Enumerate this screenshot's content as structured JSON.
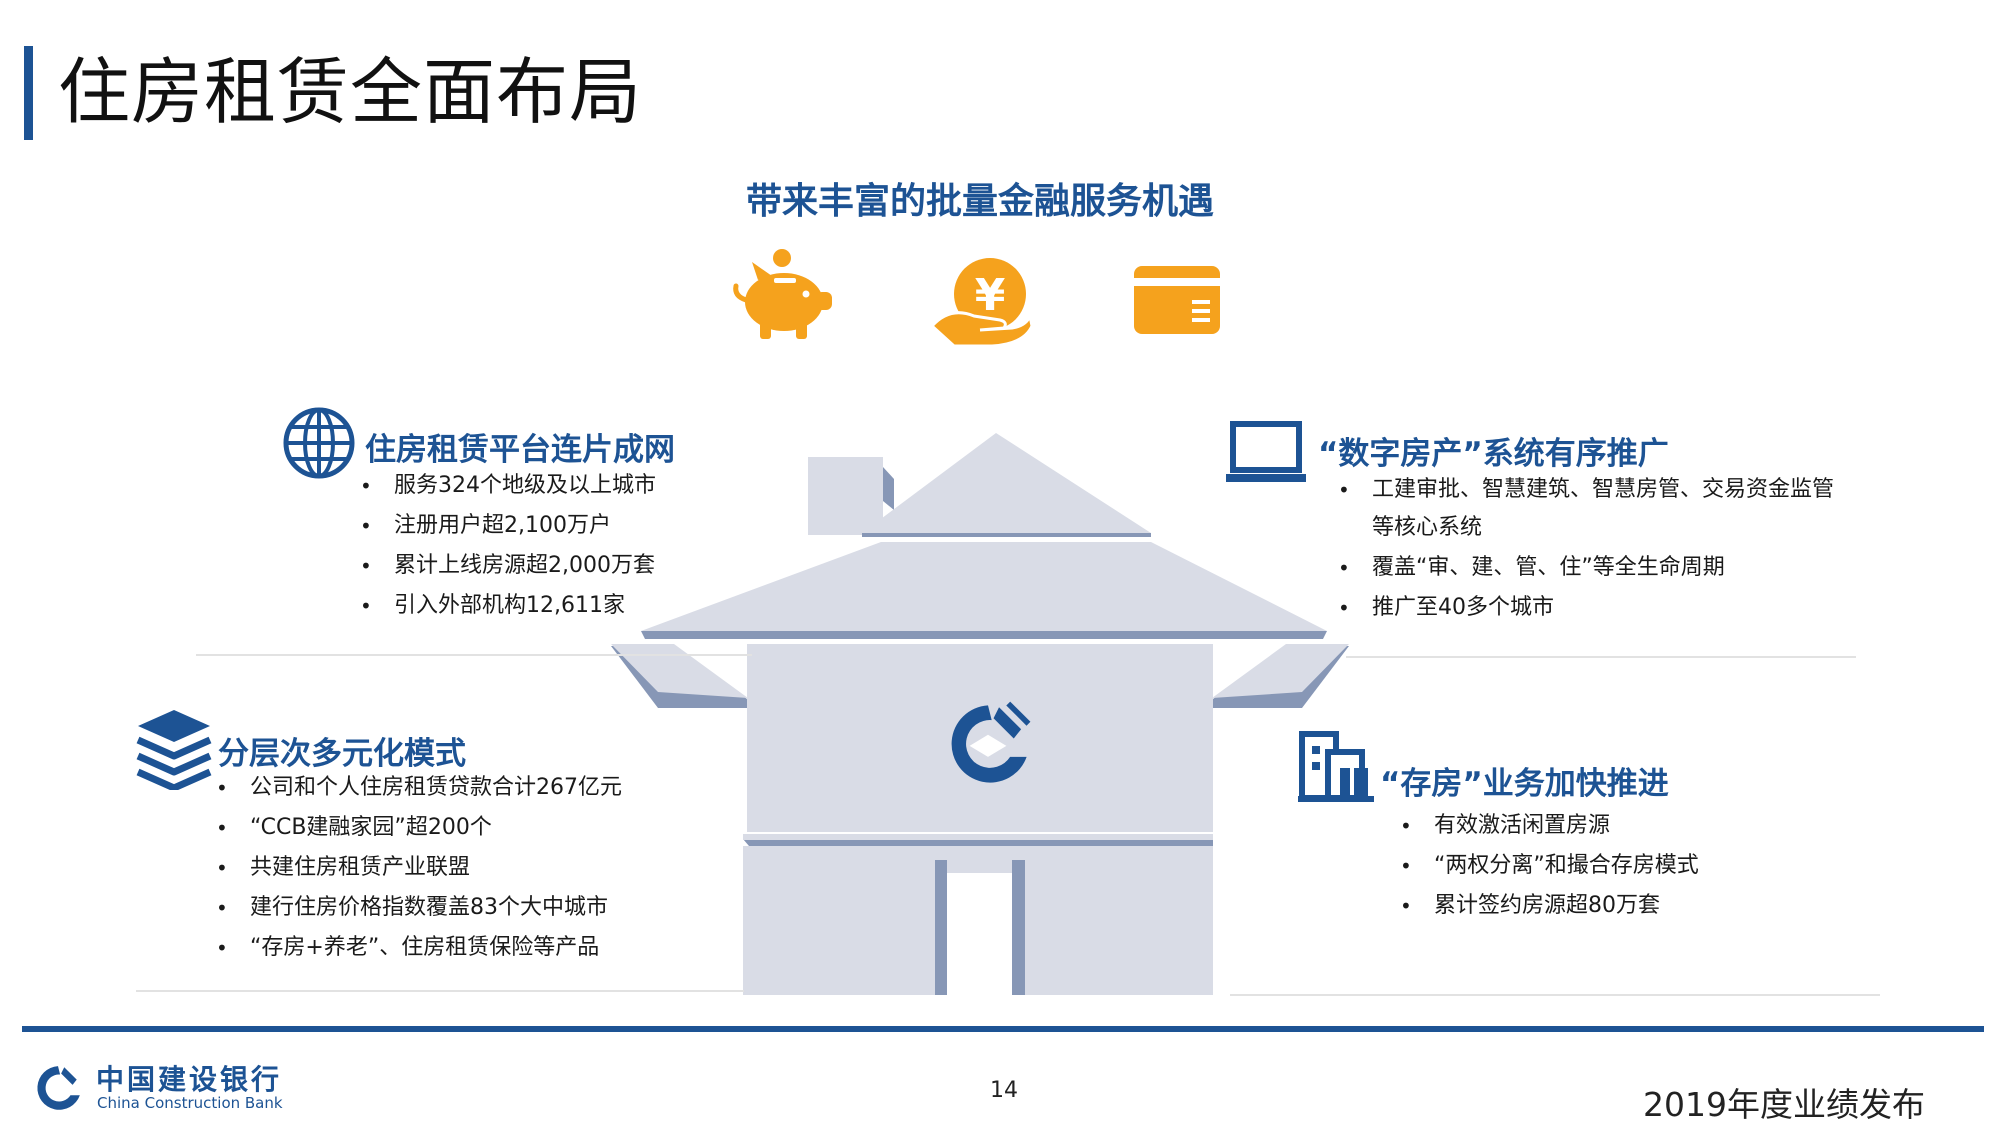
{
  "page": {
    "title": "住房租赁全面布局",
    "subtitle": "带来丰富的批量金融服务机遇"
  },
  "colors": {
    "brand_blue": "#1d5394",
    "icon_orange": "#f5a21d",
    "house_light": "#d9dce6",
    "house_dark": "#8797b6"
  },
  "top_icons": [
    "piggy-bank-icon",
    "yuan-coin-hand-icon",
    "bank-card-icon"
  ],
  "sections": {
    "platform": {
      "icon": "globe-icon",
      "title": "住房租赁平台连片成网",
      "items": [
        "服务324个地级及以上城市",
        "注册用户超2,100万户",
        "累计上线房源超2,000万套",
        "引入外部机构12,611家"
      ]
    },
    "digital": {
      "icon": "laptop-icon",
      "title": "“数字房产”系统有序推广",
      "items": [
        "工建审批、智慧建筑、智慧房管、交易资金监管",
        "等核心系统",
        "覆盖“审、建、管、住”等全生命周期",
        "推广至40多个城市"
      ]
    },
    "model": {
      "icon": "layers-icon",
      "title": "分层次多元化模式",
      "items": [
        "公司和个人住房租赁贷款合计267亿元",
        "“CCB建融家园”超200个",
        "共建住房租赁产业联盟",
        "建行住房价格指数覆盖83个大中城市",
        "“存房+养老”、住房租赁保险等产品"
      ]
    },
    "deposit": {
      "icon": "buildings-icon",
      "title": "“存房”业务加快推进",
      "items": [
        "有效激活闲置房源",
        "“两权分离”和撮合存房模式",
        "累计签约房源超80万套"
      ]
    }
  },
  "footer": {
    "bank_name_cn": "中国建设银行",
    "bank_name_en": "China Construction Bank",
    "page_number": "14",
    "event": "2019年度业绩发布"
  }
}
